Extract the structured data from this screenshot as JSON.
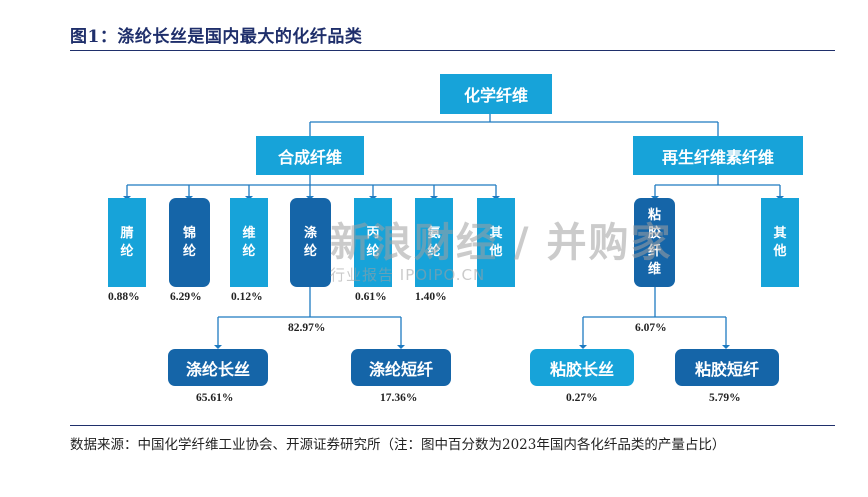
{
  "title": "图1：涤纶长丝是国内最大的化纤品类",
  "root": {
    "label": "化学纤维"
  },
  "synthetic": {
    "label": "合成纤维",
    "children": [
      {
        "label": "腈纶",
        "pct": "0.88%"
      },
      {
        "label": "锦纶",
        "pct": "6.29%"
      },
      {
        "label": "维纶",
        "pct": "0.12%"
      },
      {
        "label": "涤纶",
        "pct": "82.97%"
      },
      {
        "label": "丙纶",
        "pct": "0.61%"
      },
      {
        "label": "氨纶",
        "pct": "1.40%"
      },
      {
        "label": "其他",
        "pct": ""
      }
    ],
    "polyester_children": [
      {
        "label": "涤纶长丝",
        "pct": "65.61%"
      },
      {
        "label": "涤纶短纤",
        "pct": "17.36%"
      }
    ]
  },
  "regenerated": {
    "label": "再生纤维素纤维",
    "children": [
      {
        "label": "粘胶纤维",
        "pct": "6.07%"
      },
      {
        "label": "其他",
        "pct": ""
      }
    ],
    "viscose_children": [
      {
        "label": "粘胶长丝",
        "pct": "0.27%"
      },
      {
        "label": "粘胶短纤",
        "pct": "5.79%"
      }
    ]
  },
  "source_note": "数据来源：中国化学纤维工业协会、开源证券研究所（注：图中百分数为2023年国内各化纤品类的产量占比）",
  "watermark": {
    "main": "新浪财经 / 并购家",
    "sub": "行业报告 IPOIPO.CN"
  },
  "colors": {
    "light_box": "#17a3d9",
    "dark_box": "#1565a8",
    "line": "#1e7bc1",
    "title": "#1f2f6b"
  }
}
